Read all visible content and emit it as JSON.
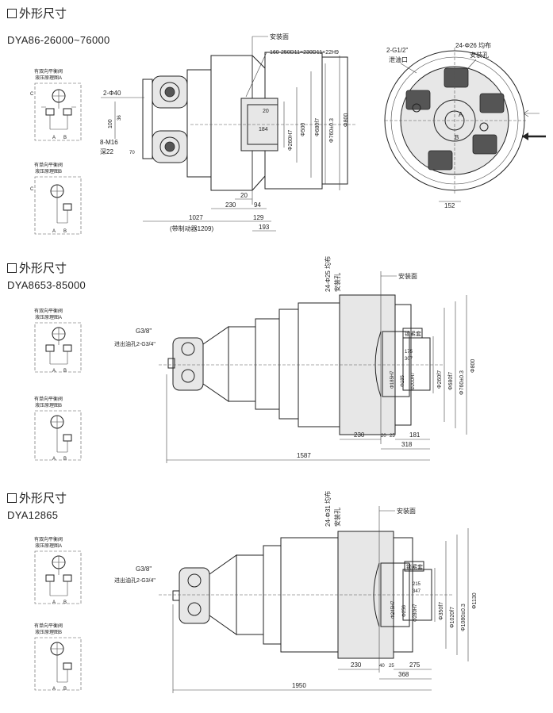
{
  "sections": [
    {
      "heading": "外形尺寸",
      "model": "DYA86-26000~76000",
      "schematics": [
        {
          "caption_line1": "有双向平衡阀",
          "caption_line2": "液压原理图A"
        },
        {
          "caption_line1": "有单向平衡阀",
          "caption_line2": "液压原理图B"
        }
      ],
      "labels": {
        "mount_face": "安装面",
        "spline": "160-250D11×230D11×22H9",
        "drain_port": "2-G1/2\"",
        "drain_port_name": "泄油口",
        "mount_holes": "24-Φ26 均布",
        "mount_holes_name": "安装孔",
        "holes_2": "2-Φ40",
        "thread": "8-M16",
        "thread_depth": "深22",
        "dim_100": "100",
        "dim_36": "36",
        "dim_70": "70",
        "d_20a": "20",
        "d_184": "184",
        "dia_260": "Φ260H7",
        "dia_500": "Φ500",
        "dia_680": "Φ680f7",
        "dia_760": "Φ760±0.3",
        "dia_800": "Φ800",
        "d_20b": "20",
        "d_230": "230",
        "d_94": "94",
        "d_1027": "1027",
        "d_129": "129",
        "brake_note": "(带制动器1209)",
        "d_193": "193",
        "d_152": "152",
        "port_a": "A",
        "port_b": "B"
      }
    },
    {
      "heading": "外形尺寸",
      "model": "DYA8653-85000",
      "schematics": [
        {
          "caption_line1": "有双向平衡阀",
          "caption_line2": "液压原理图A"
        },
        {
          "caption_line1": "有单向平衡阀",
          "caption_line2": "液压原理图B"
        }
      ],
      "labels": {
        "mount_holes": "24-Φ25 均布",
        "mount_holes_name": "安装孔",
        "mount_face": "安装面",
        "port_g38": "G3/8\"",
        "inlet_outlet": "进出油孔2-G3/4\"",
        "lock_sleeve": "锁紧套",
        "dia_185h7": "Φ185H7",
        "dia_185": "Φ185",
        "dia_200h7": "Φ200H7",
        "dia_260": "Φ260f7",
        "dia_680": "Φ680f7",
        "dia_760": "Φ760±0.3",
        "dia_800": "Φ800",
        "d_175": "175",
        "d_307": "307",
        "d_230": "230",
        "d_20a": "20",
        "d_25": "25",
        "d_181": "181",
        "d_318": "318",
        "d_1587": "1587"
      }
    },
    {
      "heading": "外形尺寸",
      "model": "DYA12865",
      "schematics": [
        {
          "caption_line1": "有双向平衡阀",
          "caption_line2": "液压原理图A"
        },
        {
          "caption_line1": "有单向平衡阀",
          "caption_line2": "液压原理图B"
        }
      ],
      "labels": {
        "mount_holes": "24-Φ31 均布",
        "mount_holes_name": "安装孔",
        "mount_face": "安装面",
        "port_g38": "G3/8\"",
        "inlet_outlet": "进出油孔2-G3/4\"",
        "lock_sleeve": "锁紧套",
        "dia_245h7": "Φ245H7",
        "dia_256": "Φ256",
        "dia_280h7": "Φ280H7",
        "dia_350": "Φ350f7",
        "dia_1020": "Φ1020f7",
        "dia_1080": "Φ1080±0.3",
        "dia_1130": "Φ1130",
        "d_215": "215",
        "d_347": "347",
        "d_230": "230",
        "d_40": "40",
        "d_25": "25",
        "d_275": "275",
        "d_368": "368",
        "d_1950": "1950"
      }
    }
  ]
}
